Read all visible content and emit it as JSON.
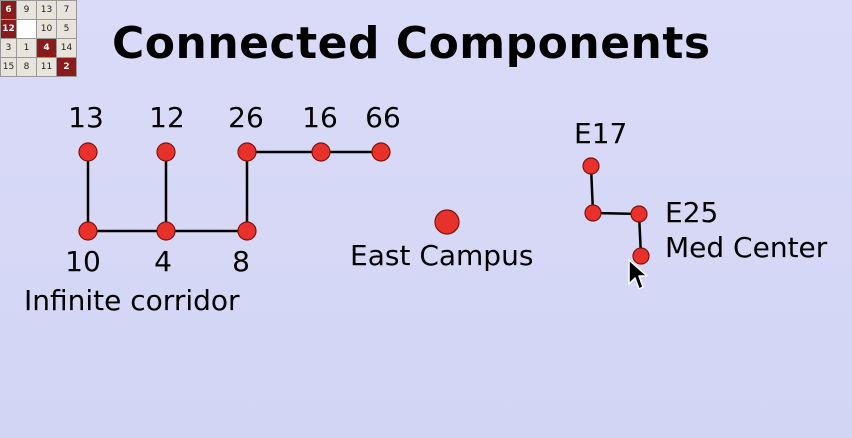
{
  "slide": {
    "title": "Connected Components",
    "background": "#d6d8f6",
    "node_color": "#e8312a",
    "edge_color": "#000000"
  },
  "logo": {
    "cells": [
      [
        "6",
        "9",
        "13",
        "7"
      ],
      [
        "12",
        "",
        "10",
        "5"
      ],
      [
        "3",
        "1",
        "4",
        "14"
      ],
      [
        "15",
        "8",
        "11",
        "2"
      ]
    ],
    "highlight_cells": [
      "6",
      "12",
      "4",
      "2"
    ],
    "white_cells": [
      ""
    ]
  },
  "components": [
    {
      "name": "Infinite corridor",
      "nodes": [
        {
          "id": "13",
          "label": "13"
        },
        {
          "id": "12",
          "label": "12"
        },
        {
          "id": "26",
          "label": "26"
        },
        {
          "id": "16",
          "label": "16"
        },
        {
          "id": "66",
          "label": "66"
        },
        {
          "id": "10",
          "label": "10"
        },
        {
          "id": "4",
          "label": "4"
        },
        {
          "id": "8",
          "label": "8"
        }
      ],
      "edges": [
        [
          "13",
          "10"
        ],
        [
          "12",
          "4"
        ],
        [
          "26",
          "8"
        ],
        [
          "10",
          "4"
        ],
        [
          "4",
          "8"
        ],
        [
          "26",
          "16"
        ],
        [
          "16",
          "66"
        ]
      ]
    },
    {
      "name": "East Campus",
      "nodes": [
        {
          "id": "ec",
          "label": ""
        }
      ],
      "edges": []
    },
    {
      "name": "",
      "nodes": [
        {
          "id": "E17",
          "label": "E17"
        },
        {
          "id": "mid",
          "label": ""
        },
        {
          "id": "E25",
          "label": "E25"
        },
        {
          "id": "med",
          "label": "Med Center"
        }
      ],
      "edges": [
        [
          "E17",
          "mid"
        ],
        [
          "mid",
          "E25"
        ],
        [
          "E25",
          "med"
        ]
      ]
    }
  ],
  "cursor": {
    "icon": "mouse-pointer-icon"
  }
}
